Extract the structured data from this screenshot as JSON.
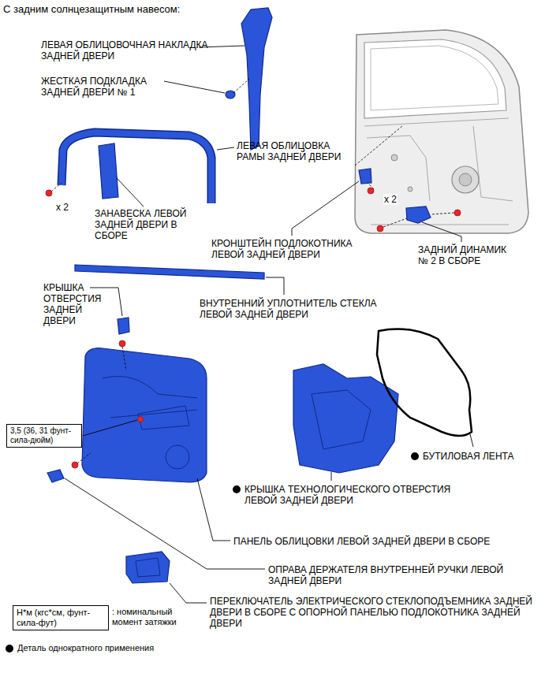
{
  "diagram": {
    "title": "С задним солнцезащитным навесом:",
    "nodes": [
      {
        "text": [
          "3,5 (36, 31 фунт-сила-дюйм)"
        ]
      },
      {
        "text": [
          "Н*м (кгс*см, фунт-сила-фут)"
        ]
      }
    ],
    "labels": [
      "ЛЕВАЯ ОБЛИЦОВОЧНАЯ НАКЛАДКА ЗАДНЕЙ ДВЕРИ",
      "ЖЕСТКАЯ ПОДКЛАДКА ЗАДНЕЙ ДВЕРИ № 1",
      "ЛЕВАЯ ОБЛИЦОВКА РАМЫ ЗАДНЕЙ ДВЕРИ",
      "x 2",
      "ЗАНАВЕСКА ЛЕВОЙ ЗАДНЕЙ ДВЕРИ В СБОРЕ",
      "x 2",
      "КРОНШТЕЙН ПОДЛОКОТНИКА ЛЕВОЙ ЗАДНЕЙ ДВЕРИ",
      "ЗАДНИЙ ДИНАМИК № 2 В СБОРЕ",
      "КРЫШКА ОТВЕРСТИЯ ЗАДНЕЙ ДВЕРИ",
      "ВНУТРЕННИЙ УПЛОТНИТЕЛЬ СТЕКЛА ЛЕВОЙ ЗАДНЕЙ ДВЕРИ",
      "БУТИЛОВАЯ ЛЕНТА",
      "КРЫШКА ТЕХНОЛОГИЧЕСКОГО ОТВЕРСТИЯ ЛЕВОЙ ЗАДНЕЙ ДВЕРИ",
      "ПАНЕЛЬ ОБЛИЦОВКИ ЛЕВОЙ ЗАДНЕЙ ДВЕРИ В СБОРЕ",
      "ОПРАВА ДЕРЖАТЕЛЯ ВНУТРЕННЕЙ РУЧКИ ЛЕВОЙ ЗАДНЕЙ ДВЕРИ",
      "ПЕРЕКЛЮЧАТЕЛЬ ЭЛЕКТРИЧЕСКОГО СТЕКЛОПОДЪЕМНИКА ЗАДНЕЙ ДВЕРИ В СБОРЕ С ОПОРНОЙ ПАНЕЛЬЮ ПОДЛОКОТНИКА ЗАДНЕЙ ДВЕРИ"
    ],
    "legend": [
      {
        "text": ": номинальный момент затяжки"
      },
      {
        "text": "Деталь однократного применения"
      }
    ]
  }
}
